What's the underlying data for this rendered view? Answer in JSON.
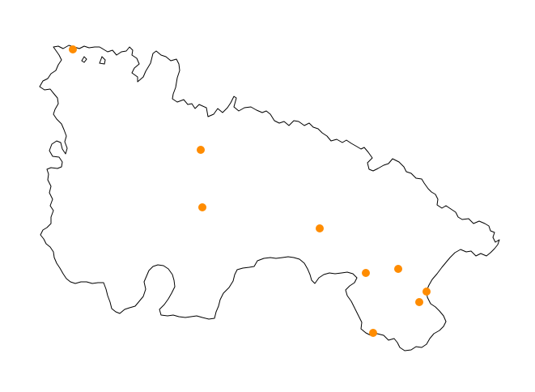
{
  "map": {
    "region_outline_color": "#000000",
    "region_fill_color": "#ffffff",
    "marker_color": "#ff8c00",
    "marker_count": 9
  },
  "markers": [
    {
      "id": "marker-1",
      "label": ""
    },
    {
      "id": "marker-2",
      "label": ""
    },
    {
      "id": "marker-3",
      "label": ""
    },
    {
      "id": "marker-4",
      "label": ""
    },
    {
      "id": "marker-5",
      "label": ""
    },
    {
      "id": "marker-6",
      "label": ""
    },
    {
      "id": "marker-7",
      "label": ""
    },
    {
      "id": "marker-8",
      "label": ""
    },
    {
      "id": "marker-9",
      "label": ""
    }
  ]
}
